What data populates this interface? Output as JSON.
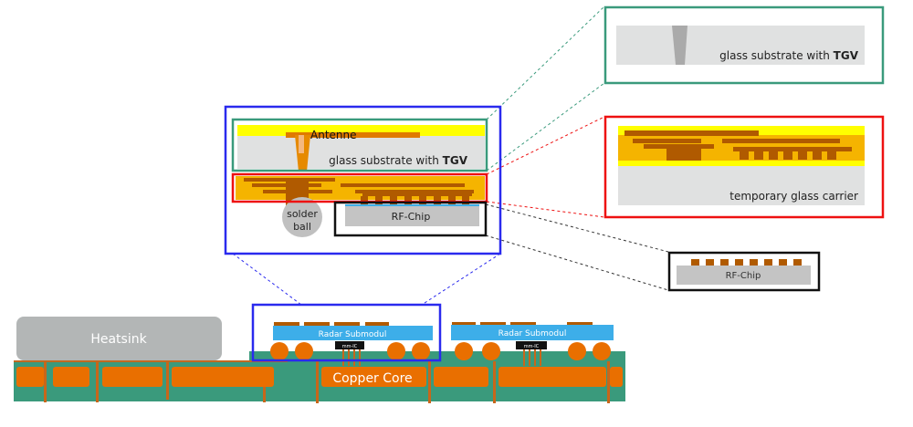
{
  "labels": {
    "antenne": "Antenne",
    "glass_substrate": "glass substrate with ",
    "tgv": "TGV",
    "solder": "solder",
    "ball": "ball",
    "rf_chip": "RF-Chip",
    "temporary_glass_carrier": "temporary glass carrier",
    "heatsink": "Heatsink",
    "radar_submodul": "Radar Submodul",
    "mm_ic": "mm-IC",
    "copper_core": "Copper Core"
  },
  "colors": {
    "glass": "#e0e1e1",
    "antenna_yellow": "#ffff00",
    "dielectric_orange": "#f5b400",
    "copper_brown": "#b05a00",
    "copper_orange": "#e96f00",
    "board_green": "#3a9a7c",
    "radar_blue": "#3daee9",
    "heatsink_grey": "#b3b6b6",
    "highlight_blue": "#2a2aee",
    "highlight_green": "#3a9a7c",
    "highlight_red": "#ee1111",
    "highlight_black": "#111111"
  }
}
